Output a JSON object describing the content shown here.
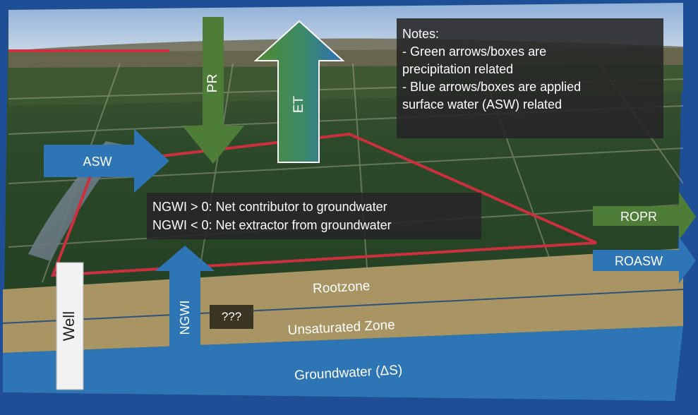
{
  "notes": {
    "heading": "Notes:",
    "lines": [
      "- Green arrows/boxes are",
      "precipitation related",
      "- Blue arrows/boxes are applied",
      "surface water (ASW) related"
    ]
  },
  "ngwi_rules": [
    "NGWI > 0: Net contributor to groundwater",
    "NGWI < 0: Net extractor from groundwater"
  ],
  "arrows": {
    "pr": "PR",
    "et": "ET",
    "asw": "ASW",
    "ropr": "ROPR",
    "roasw": "ROASW",
    "ngwi": "NGWI"
  },
  "layers": {
    "rootzone": "Rootzone",
    "unsaturated": "Unsaturated Zone",
    "groundwater": "Groundwater (ΔS)"
  },
  "well_label": "Well",
  "unknown_label": "???",
  "colors": {
    "background": "#1e4f96",
    "precip_green": "#4e7d38",
    "asw_blue": "#2e75b6",
    "soil": "#a99464",
    "groundwater": "#2e75b6",
    "field_outline": "#cc2f3e"
  }
}
